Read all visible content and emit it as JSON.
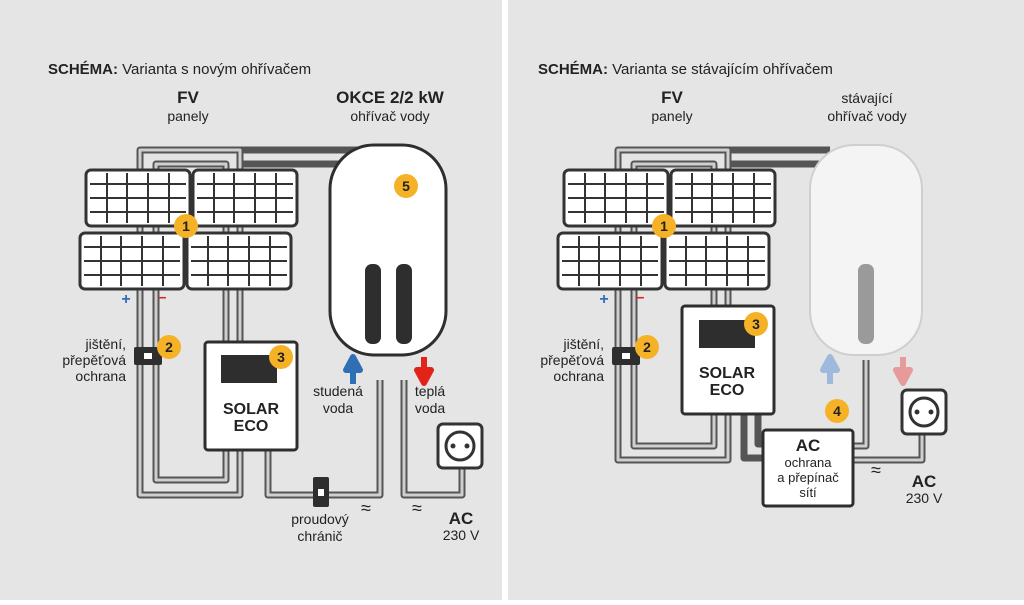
{
  "colors": {
    "background": "#e5e5e5",
    "divider": "#ffffff",
    "wire": "#555555",
    "badge": "#f6b227",
    "cold": "#2f6fb6",
    "hot": "#e2231a",
    "cold_faded": "#9fb9dd",
    "hot_faded": "#e79a9a"
  },
  "left": {
    "heading_bold": "SCHÉMA:",
    "heading_text": " Varianta s novým ohřívačem",
    "pv_title": "FV",
    "pv_sub": "panely",
    "heater_title": "OKCE 2/2 kW",
    "heater_sub": "ohřívač vody",
    "plus": "+",
    "minus": "–",
    "protection": [
      "jištění,",
      "přepěťová",
      "ochrana"
    ],
    "device_line1": "SOLAR",
    "device_line2": "ECO",
    "cold_water": [
      "studená",
      "voda"
    ],
    "hot_water": [
      "teplá",
      "voda"
    ],
    "rcd": [
      "proudový",
      "chránič"
    ],
    "ac_title": "AC",
    "ac_sub": "230 V",
    "tilde": "≈",
    "badges": [
      "1",
      "2",
      "3",
      "5"
    ]
  },
  "right": {
    "heading_bold": "SCHÉMA:",
    "heading_text": " Varianta se stávajícím ohřívačem",
    "pv_title": "FV",
    "pv_sub": "panely",
    "heater_title": "stávající",
    "heater_sub": "ohřívač vody",
    "plus": "+",
    "minus": "–",
    "protection": [
      "jištění,",
      "přepěťová",
      "ochrana"
    ],
    "device_line1": "SOLAR",
    "device_line2": "ECO",
    "ac_box": [
      "AC",
      "ochrana",
      "a přepínač",
      "sítí"
    ],
    "ac_title": "AC",
    "ac_sub": "230 V",
    "tilde": "≈",
    "badges": [
      "1",
      "2",
      "3",
      "4"
    ]
  }
}
